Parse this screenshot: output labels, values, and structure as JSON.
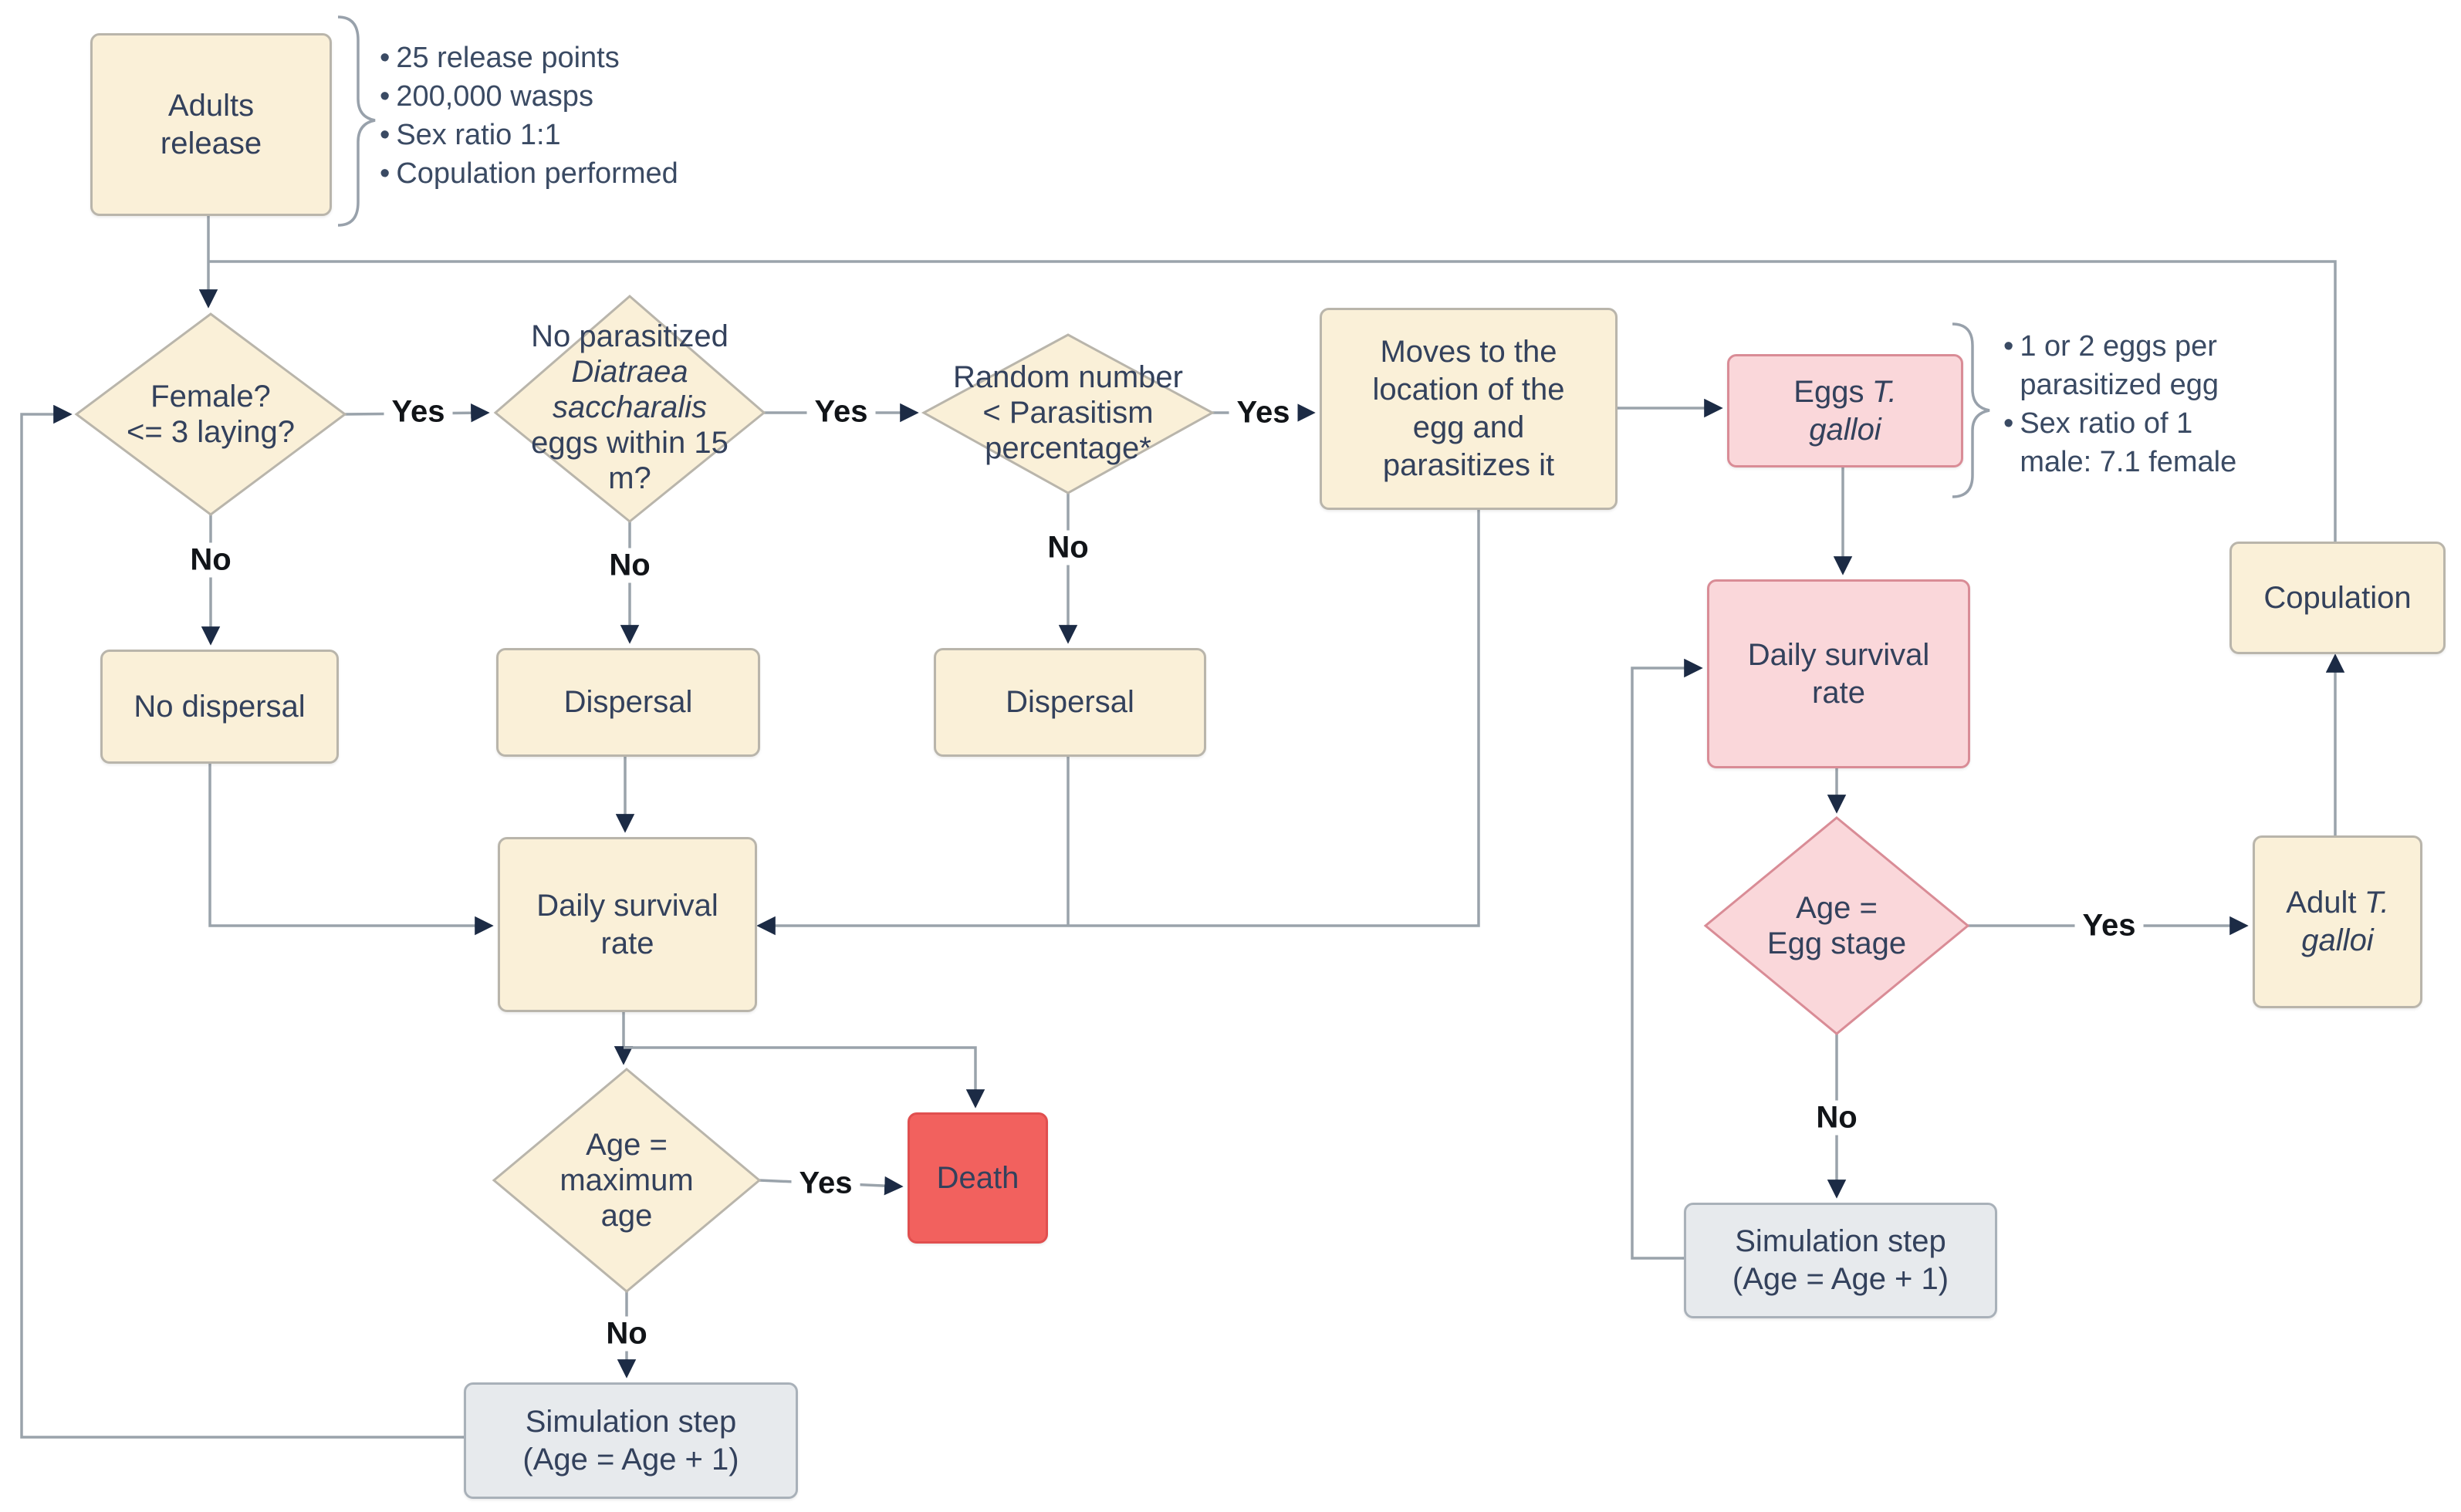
{
  "bullet_char": "•",
  "edge_labels": {
    "yes": "Yes",
    "no": "No"
  },
  "nodes": {
    "adults_release": "Adults release",
    "female_check": {
      "line1": "Female?",
      "line2": "<= 3 laying?"
    },
    "no_parasitized_check": {
      "line1": "No parasitized",
      "line2": "Diatraea",
      "line3": "saccharalis",
      "line4": "eggs within 15",
      "line5": "m?"
    },
    "random_check": {
      "line1": "Random number",
      "line2": "< Parasitism",
      "line3": "percentage*"
    },
    "moves": "Moves to the location of the egg and parasitizes it",
    "eggs": {
      "prefix": "Eggs",
      "italic1": "T.",
      "italic2": "galloi"
    },
    "copulation": "Copulation",
    "daily_survival_egg": "Daily survival rate",
    "age_egg_check": {
      "line1": "Age =",
      "line2": "Egg stage"
    },
    "adult": {
      "prefix": "Adult",
      "italic1": "T.",
      "italic2": "galloi"
    },
    "simulation_step_right": {
      "line1": "Simulation step",
      "line2": "(Age = Age + 1)"
    },
    "no_dispersal": "No dispersal",
    "dispersal_1": "Dispersal",
    "dispersal_2": "Dispersal",
    "daily_survival_left": "Daily survival rate",
    "age_max_check": {
      "line1": "Age =",
      "line2": "maximum",
      "line3": "age"
    },
    "death": "Death",
    "simulation_step_left": {
      "line1": "Simulation step",
      "line2": "(Age = Age + 1)"
    }
  },
  "annotations": {
    "release_notes": [
      "25 release points",
      "200,000 wasps",
      "Sex ratio 1:1",
      "Copulation performed"
    ],
    "egg_notes": [
      "1 or 2 eggs per parasitized egg",
      "Sex ratio of 1 male: 7.1 female"
    ]
  },
  "colors": {
    "node_cream": "#faf0d8",
    "node_pink": "#fad7da",
    "node_gray": "#e7eaed",
    "node_red": "#f2615e",
    "wire": "#9aa3ab",
    "text": "#33415c"
  }
}
